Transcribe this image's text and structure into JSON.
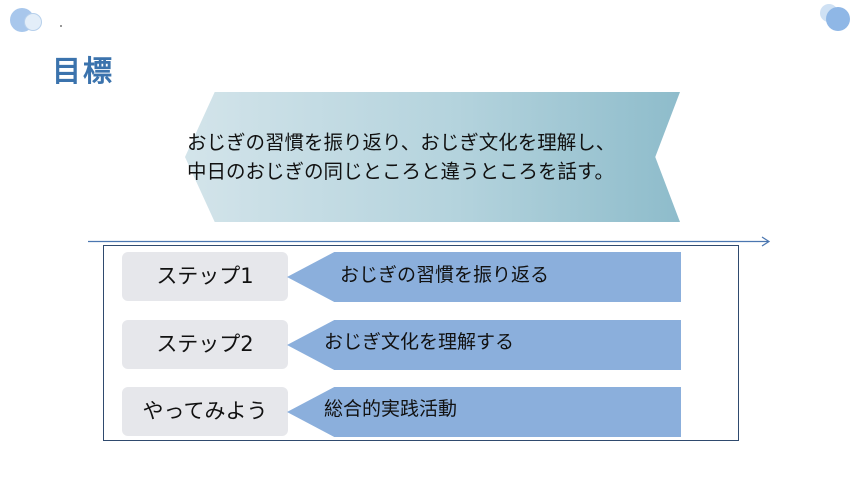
{
  "slide": {
    "title": "目標",
    "banner_lines": [
      "おじぎの習慣を振り返り、おじぎ文化を理解し、",
      "中日のおじぎの同じところと違うところを話す。"
    ],
    "steps": [
      {
        "label": "ステップ1",
        "text": "おじぎの習慣を振り返る"
      },
      {
        "label": "ステップ2",
        "text": "おじぎ文化を理解する"
      },
      {
        "label": "やってみよう",
        "text": "総合的実践活動"
      }
    ]
  },
  "colors": {
    "title": "#3b73ad",
    "banner_start": "#d3e4ea",
    "banner_end": "#8ebccb",
    "step_bar": "#8bafdc",
    "step_label_bg": "#e6e7eb",
    "box_border": "#2f4a6e",
    "divider": "#4a76b0"
  }
}
